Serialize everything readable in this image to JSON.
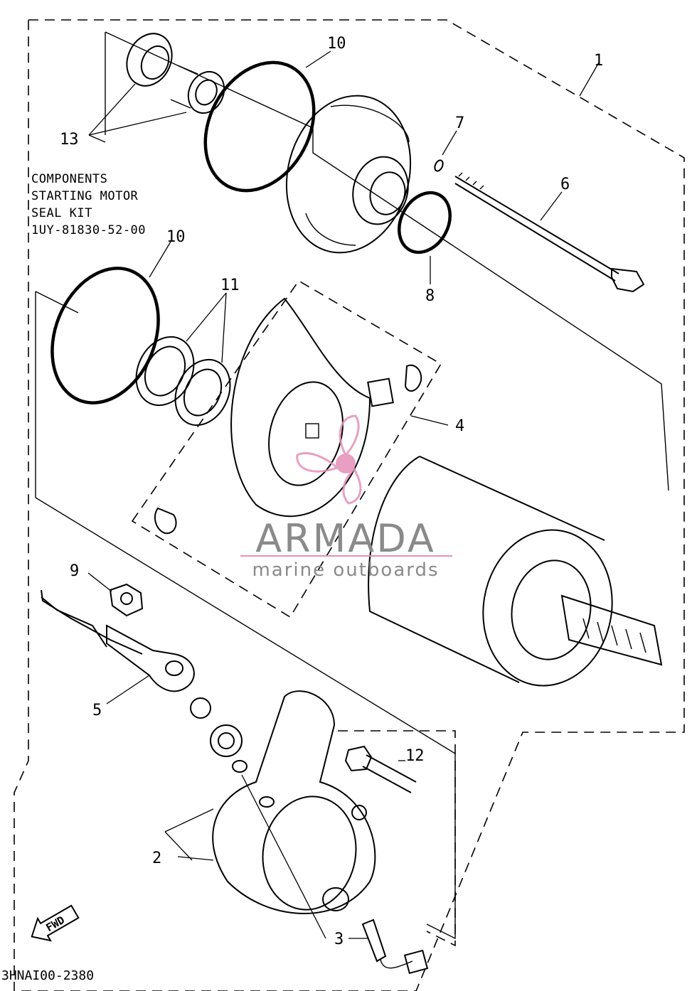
{
  "diagram": {
    "callouts": {
      "c1": "1",
      "c2": "2",
      "c3": "3",
      "c4": "4",
      "c5": "5",
      "c6": "6",
      "c7": "7",
      "c8": "8",
      "c9": "9",
      "c10a": "10",
      "c10b": "10",
      "c11": "11",
      "c12": "12",
      "c13": "13"
    },
    "kit_note": {
      "line1": "COMPONENTS",
      "line2": "STARTING MOTOR",
      "line3": "SEAL KIT",
      "line4": "1UY-81830-52-00"
    },
    "fwd_label": "FWD",
    "drawing_code": "3HNAI00-2380"
  },
  "watermark": {
    "brand": "ARMADA",
    "tagline": "marine outboards",
    "colors": {
      "pink": "#e58fb8",
      "grey": "#8a8a8a"
    }
  }
}
